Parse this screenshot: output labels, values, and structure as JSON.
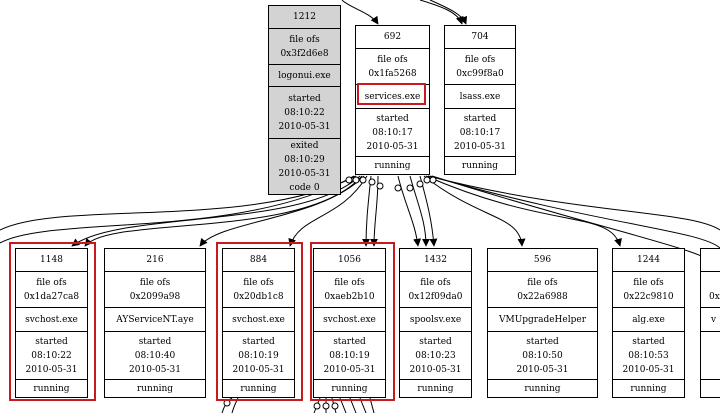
{
  "highlight_color": "#c8191e",
  "nodes": {
    "n1212": {
      "pid": "1212",
      "ofs_label": "file ofs",
      "ofs": "0x3f2d6e8",
      "name": "logonui.exe",
      "started_label": "started",
      "started_time": "08:10:22",
      "started_date": "2010-05-31",
      "exited_label": "exited",
      "exited_time": "08:10:29",
      "exited_date": "2010-05-31",
      "exit_code": "code 0"
    },
    "n692": {
      "pid": "692",
      "ofs_label": "file ofs",
      "ofs": "0x1fa5268",
      "name": "services.exe",
      "started_label": "started",
      "started_time": "08:10:17",
      "started_date": "2010-05-31",
      "status": "running"
    },
    "n704": {
      "pid": "704",
      "ofs_label": "file ofs",
      "ofs": "0xc99f8a0",
      "name": "lsass.exe",
      "started_label": "started",
      "started_time": "08:10:17",
      "started_date": "2010-05-31",
      "status": "running"
    },
    "n1148": {
      "pid": "1148",
      "ofs_label": "file ofs",
      "ofs": "0x1da27ca8",
      "name": "svchost.exe",
      "started_label": "started",
      "started_time": "08:10:22",
      "started_date": "2010-05-31",
      "status": "running"
    },
    "n216": {
      "pid": "216",
      "ofs_label": "file ofs",
      "ofs": "0x2099a98",
      "name": "AYServiceNT.aye",
      "started_label": "started",
      "started_time": "08:10:40",
      "started_date": "2010-05-31",
      "status": "running"
    },
    "n884": {
      "pid": "884",
      "ofs_label": "file ofs",
      "ofs": "0x20db1c8",
      "name": "svchost.exe",
      "started_label": "started",
      "started_time": "08:10:19",
      "started_date": "2010-05-31",
      "status": "running"
    },
    "n1056": {
      "pid": "1056",
      "ofs_label": "file ofs",
      "ofs": "0xaeb2b10",
      "name": "svchost.exe",
      "started_label": "started",
      "started_time": "08:10:19",
      "started_date": "2010-05-31",
      "status": "running"
    },
    "n1432": {
      "pid": "1432",
      "ofs_label": "file ofs",
      "ofs": "0x12f09da0",
      "name": "spoolsv.exe",
      "started_label": "started",
      "started_time": "08:10:23",
      "started_date": "2010-05-31",
      "status": "running"
    },
    "n596": {
      "pid": "596",
      "ofs_label": "file ofs",
      "ofs": "0x22a6988",
      "name": "VMUpgradeHelper",
      "started_label": "started",
      "started_time": "08:10:50",
      "started_date": "2010-05-31",
      "status": "running"
    },
    "n1244": {
      "pid": "1244",
      "ofs_label": "file ofs",
      "ofs": "0x22c9810",
      "name": "alg.exe",
      "started_label": "started",
      "started_time": "08:10:53",
      "started_date": "2010-05-31",
      "status": "running"
    },
    "nedge": {
      "ofs_fragment": "0x",
      "name_fragment": "v"
    }
  }
}
